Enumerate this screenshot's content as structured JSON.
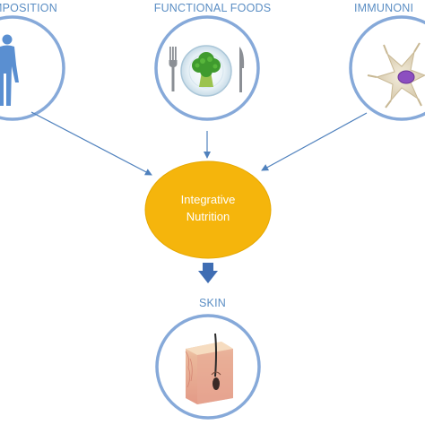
{
  "nodes": {
    "left": {
      "label": "MPOSITION"
    },
    "middle": {
      "label": "FUNCTIONAL FOODS"
    },
    "right": {
      "label": "IMMUNONI"
    },
    "center": {
      "line1": "Integrative",
      "line2": "Nutrition"
    },
    "bottom": {
      "label": "SKIN"
    }
  },
  "icons": {
    "left": "human-body-icon",
    "middle": "plate-with-broccoli-icon",
    "right": "immune-cell-icon",
    "bottom": "skin-hair-follicle-icon"
  },
  "colors": {
    "circle_stroke": "#86a9d9",
    "label_text": "#5b8ec4",
    "arrow": "#4f81bd",
    "center_fill": "#f5b50c",
    "center_stroke": "#e6a800",
    "down_arrow": "#3f6db3"
  }
}
